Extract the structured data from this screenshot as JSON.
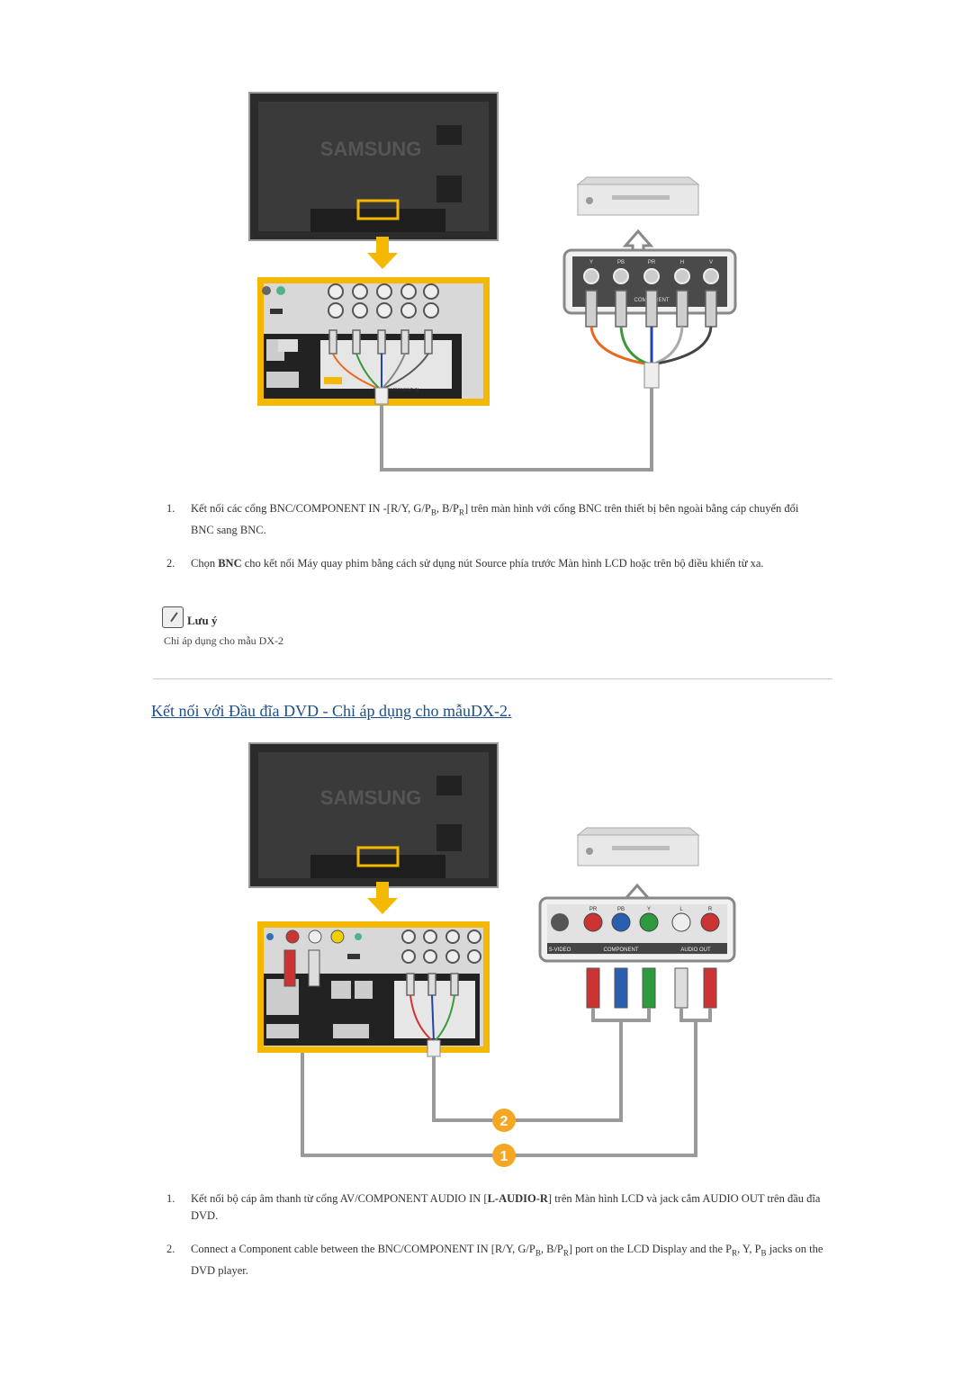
{
  "diagram1": {
    "brand": "SAMSUNG",
    "player_port_labels": [
      "Y",
      "PB",
      "PR",
      "H",
      "V"
    ],
    "player_panel_label": "COMPONENT",
    "lcd_panel_label": "BNC/COMPONENT IN"
  },
  "steps1": [
    {
      "num": "1.",
      "text_a": "Kết nối các cổng BNC/COMPONENT IN -[R/Y, G/P",
      "sub_a": "B",
      "text_b": ", B/P",
      "sub_b": "R",
      "text_c": "] trên màn hình với cổng BNC trên thiết bị bên ngoài bằng cáp chuyển đổi BNC sang BNC."
    },
    {
      "num": "2.",
      "text_a": "Chọn ",
      "bold": "BNC",
      "text_b": " cho kết nối Máy quay phim bằng cách sử dụng nút Source phía trước Màn hình LCD hoặc trên bộ điều khiển từ xa."
    }
  ],
  "note": {
    "title": "Lưu ý",
    "body": "Chỉ áp dụng cho mẫu DX-2"
  },
  "heading": "Kết nối với Đầu đĩa DVD - Chỉ áp dụng cho mẫuDX-2.",
  "diagram2": {
    "brand": "SAMSUNG",
    "player_section_labels": [
      "S-VIDEO",
      "COMPONENT",
      "AUDIO OUT"
    ],
    "player_jack_labels": [
      "PR",
      "PB",
      "Y",
      "L",
      "R"
    ],
    "cable_numbers": [
      "2",
      "1"
    ]
  },
  "steps2": [
    {
      "num": "1.",
      "text": "Kết nối bộ cáp âm thanh từ cổng AV/COMPONENT AUDIO IN [",
      "bold": "L-AUDIO-R",
      "text_b": "] trên Màn hình LCD và jack cắm AUDIO OUT trên đầu đĩa DVD."
    },
    {
      "num": "2.",
      "text": "Connect a Component cable between the BNC/COMPONENT IN [R/Y, G/P",
      "sub_a": "B",
      "text_b": ", B/P",
      "sub_b": "R",
      "text_c": "] port on the LCD Display and the P",
      "sub_c": "R",
      "text_d": ", Y, P",
      "sub_d": "B",
      "text_e": " jacks on the DVD player."
    }
  ],
  "colors": {
    "frame": "#f5b800",
    "heading": "#1d4e8c",
    "cable": "#9a9a9a"
  }
}
